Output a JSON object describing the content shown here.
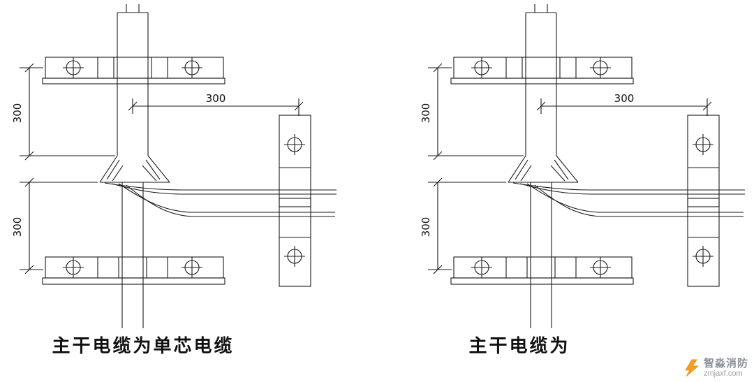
{
  "page": {
    "background": "#ffffff",
    "line_color": "#1a1a1a"
  },
  "diagrams": [
    {
      "caption": "主干电缆为单芯电缆",
      "dim_vertical_top": "300",
      "dim_vertical_bottom": "300",
      "dim_horizontal": "300"
    },
    {
      "caption": "主干电缆为",
      "dim_vertical_top": "300",
      "dim_vertical_bottom": "300",
      "dim_horizontal": "300"
    }
  ],
  "watermark": {
    "icon": "lightning-bolt-icon",
    "brand": "智淼消防",
    "url": "zmjaxf.com",
    "accent_color": "#f59f23",
    "text_color": "#8b919b"
  }
}
